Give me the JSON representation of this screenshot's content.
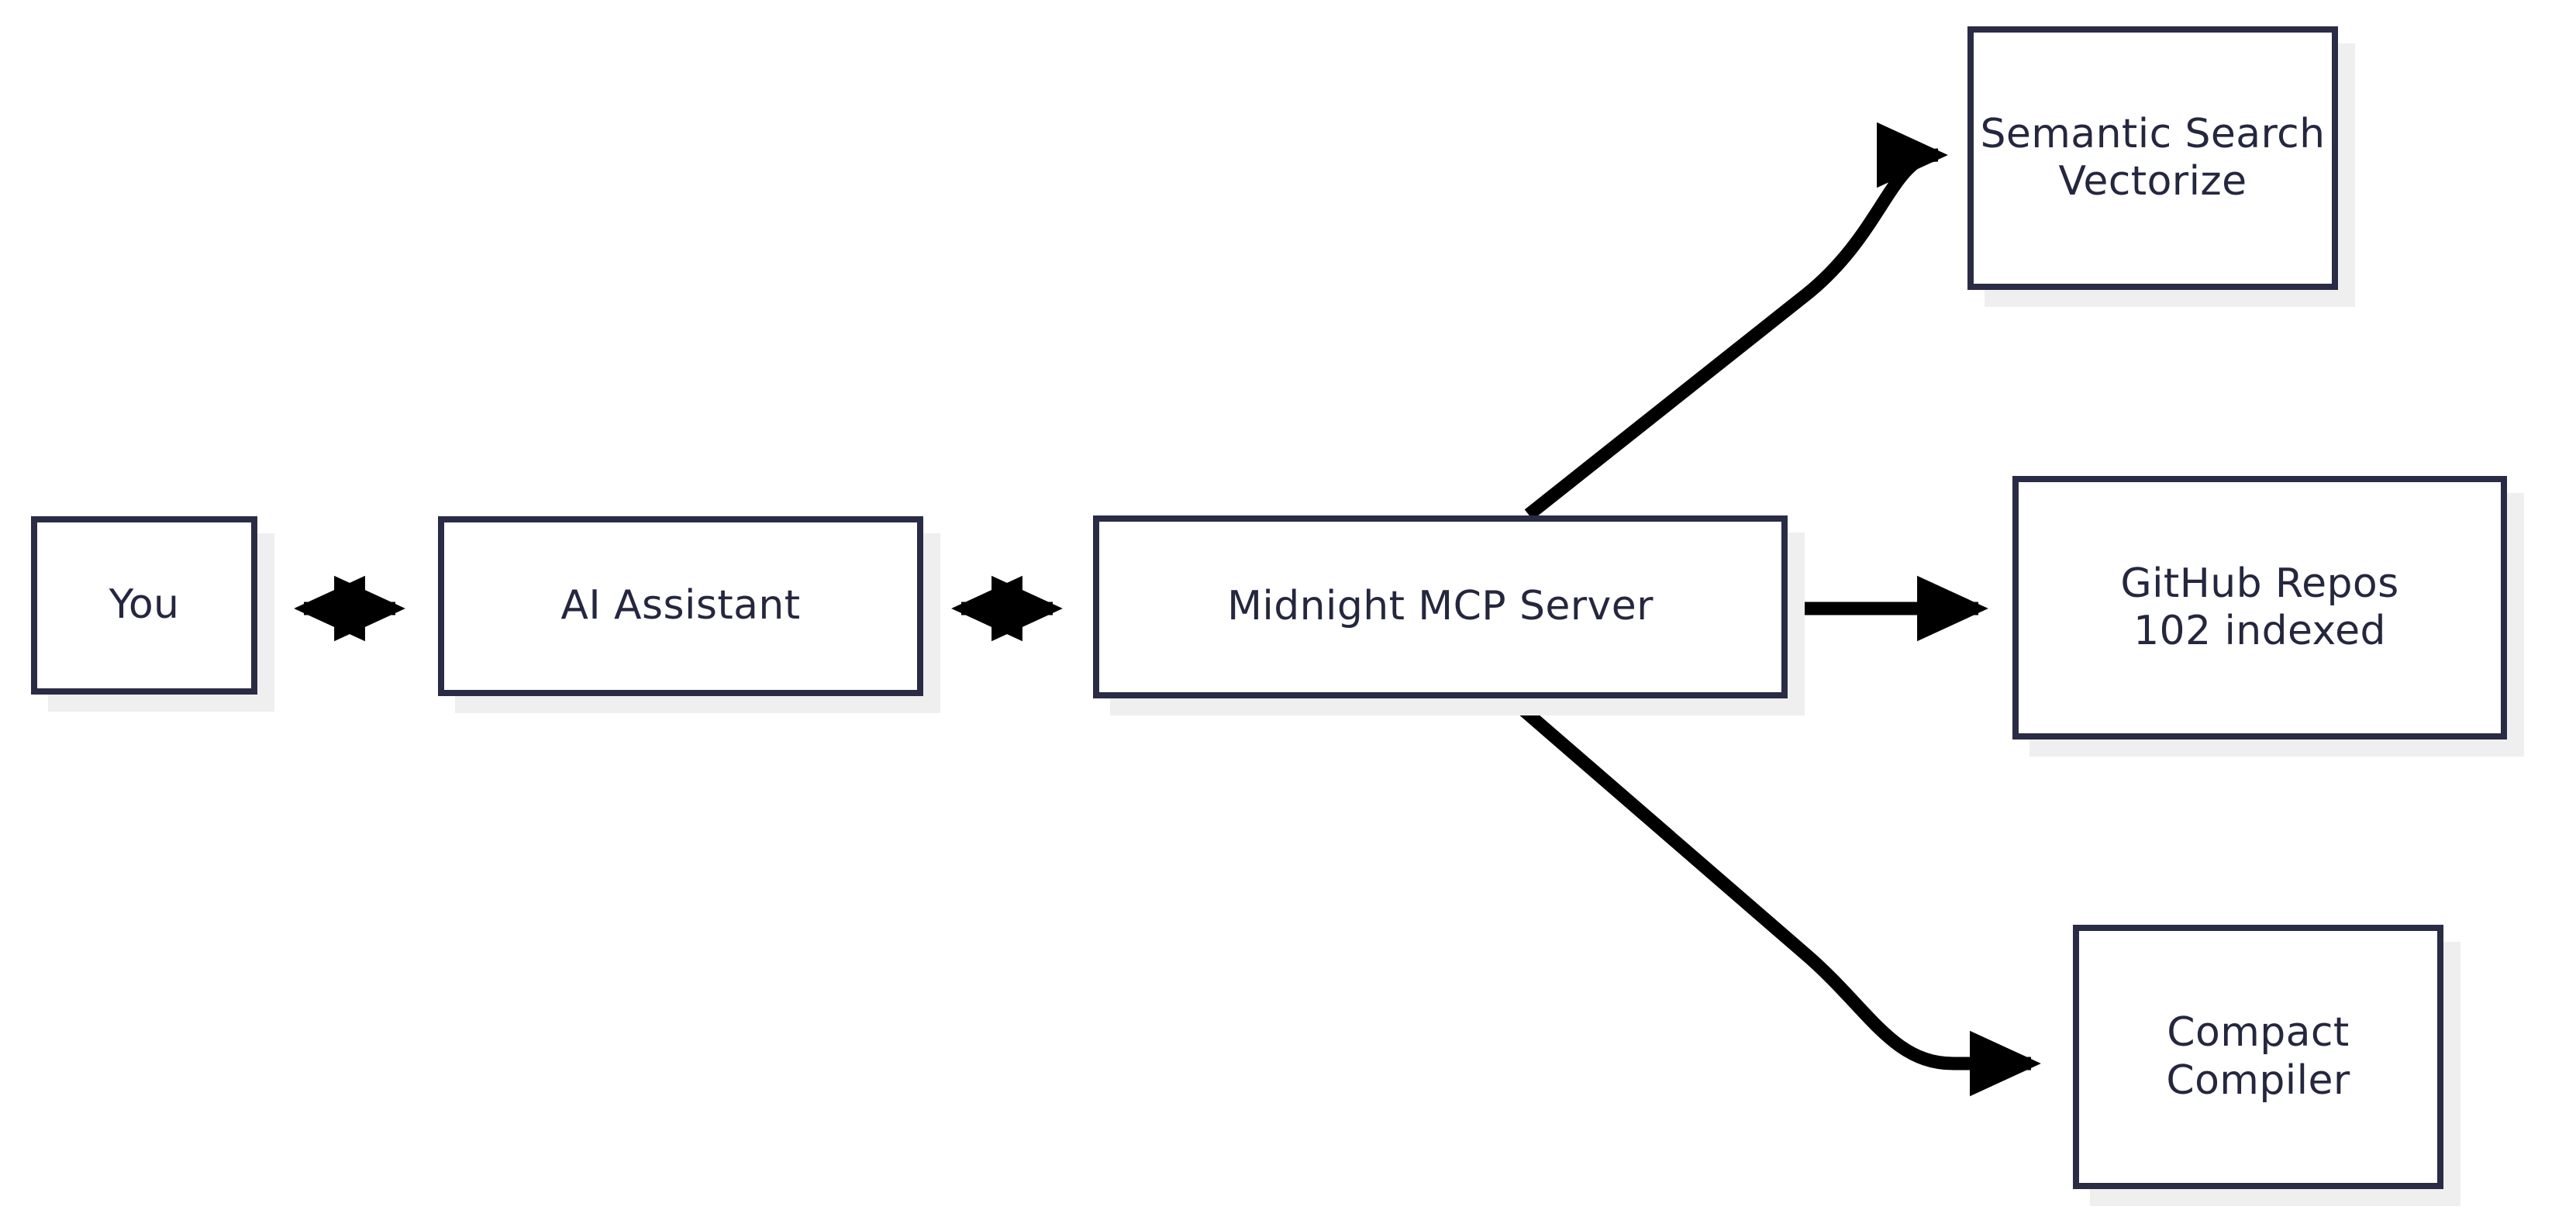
{
  "diagram": {
    "type": "flowchart",
    "orientation": "left-to-right",
    "background_color": "#FFFFFF",
    "node_border_color": "#2A2B45",
    "node_fill_color": "#FFFFFF",
    "node_text_color": "#25273F",
    "node_shadow_color": "#EFEFEF",
    "edge_color": "#000000",
    "nodes": [
      {
        "id": "you",
        "label": "You",
        "lines": [
          "You"
        ],
        "shape": "rectangle"
      },
      {
        "id": "assistant",
        "label": "AI Assistant",
        "lines": [
          "AI Assistant"
        ],
        "shape": "rectangle"
      },
      {
        "id": "mcp",
        "label": "Midnight MCP Server",
        "lines": [
          "Midnight MCP Server"
        ],
        "shape": "rectangle"
      },
      {
        "id": "semantic",
        "label": "Semantic Search Vectorize",
        "lines": [
          "Semantic Search",
          "Vectorize"
        ],
        "shape": "rectangle"
      },
      {
        "id": "github",
        "label": "GitHub Repos 102 indexed",
        "lines": [
          "GitHub Repos",
          "102 indexed"
        ],
        "shape": "rectangle"
      },
      {
        "id": "compact",
        "label": "Compact Compiler",
        "lines": [
          "Compact",
          "Compiler"
        ],
        "shape": "rectangle"
      }
    ],
    "edges": [
      {
        "id": "edge-you-assistant",
        "from": "you",
        "to": "assistant",
        "arrow": "bidirectional",
        "style": "straight"
      },
      {
        "id": "edge-assistant-mcp",
        "from": "assistant",
        "to": "mcp",
        "arrow": "bidirectional",
        "style": "straight"
      },
      {
        "id": "edge-mcp-semantic",
        "from": "mcp",
        "to": "semantic",
        "arrow": "forward",
        "style": "curved"
      },
      {
        "id": "edge-mcp-github",
        "from": "mcp",
        "to": "github",
        "arrow": "forward",
        "style": "straight"
      },
      {
        "id": "edge-mcp-compact",
        "from": "mcp",
        "to": "compact",
        "arrow": "forward",
        "style": "curved"
      }
    ]
  }
}
